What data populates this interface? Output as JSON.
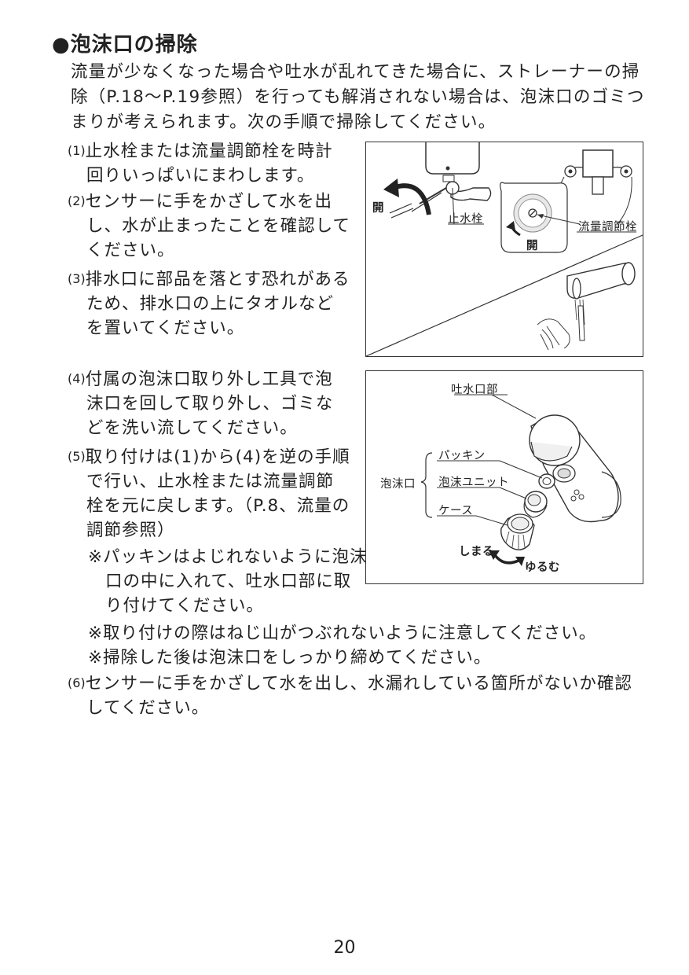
{
  "section": {
    "title": "●泡沫口の掃除",
    "intro": "流量が少なくなった場合や吐水が乱れてきた場合に、ストレーナーの掃除（P.18〜P.19参照）を行っても解消されない場合は、泡沫口のゴミつまりが考えられます。次の手順で掃除してください。"
  },
  "steps": [
    {
      "num": "(1)",
      "text": "止水栓または流量調節栓を時計回りいっぱいにまわします。"
    },
    {
      "num": "(2)",
      "text": "センサーに手をかざして水を出し、水が止まったことを確認してください。"
    },
    {
      "num": "(3)",
      "text": "排水口に部品を落とす恐れがあるため、排水口の上にタオルなどを置いてください。"
    },
    {
      "num": "(4)",
      "text": "付属の泡沫口取り外し工具で泡沫口を回して取り外し、ゴミなどを洗い流してください。"
    },
    {
      "num": "(5)",
      "text": "取り付けは(1)から(4)を逆の手順で行い、止水栓または流量調節栓を元に戻します。（P.8、流量の調節参照）"
    },
    {
      "num": "(6)",
      "text": "センサーに手をかざして水を出し、水漏れしている箇所がないか確認してください。"
    }
  ],
  "notes": [
    "※パッキンはよじれないように泡沫口の中に入れて、吐水口部に取り付けてください。",
    "※取り付けの際はねじ山がつぶれないように注意してください。",
    "※掃除した後は泡沫口をしっかり締めてください。"
  ],
  "figure1": {
    "open_left": "開",
    "stop_valve": "止水栓",
    "flow_valve": "流量調節栓",
    "open_right": "開"
  },
  "figure2": {
    "spout": "吐水口部",
    "aerator": "泡沫口",
    "packing": "パッキン",
    "aerator_unit": "泡沫ユニット",
    "case": "ケース",
    "tighten": "しまる",
    "loosen": "ゆるむ"
  },
  "page_number": "20"
}
